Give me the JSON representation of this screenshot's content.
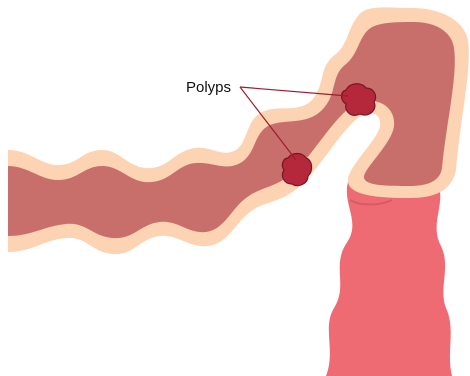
{
  "diagram": {
    "label": "Polyps",
    "colors": {
      "background": "#ffffff",
      "wall": "#fcd4b3",
      "lumen": "#c96f6b",
      "rectum": "#ef6b73",
      "rectum_fold": "#d95a63",
      "polyp": "#b5283c",
      "polyp_outline": "#7a1424",
      "leader_line": "#9c1c2c"
    },
    "parts": [
      "colon",
      "rectum",
      "polyp",
      "polyp"
    ]
  }
}
